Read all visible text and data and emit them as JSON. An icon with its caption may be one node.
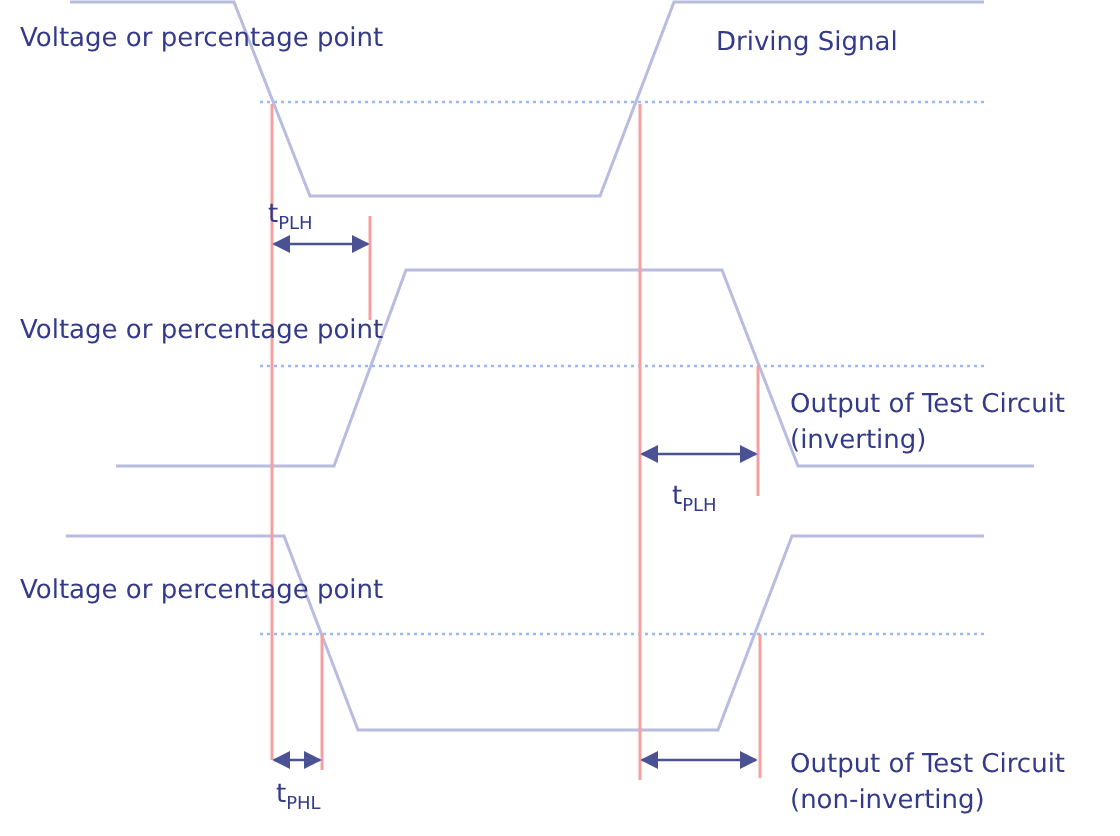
{
  "diagram": {
    "labels": [
      "Voltage or percentage point",
      "Driving Signal",
      "t$_{PLH}$",
      "Voltage or percentage point",
      "Output of Test Circuit (inverting)",
      "t$_{PLH}$",
      "Voltage or percentage point",
      "Output of Test Circuit (non-inverting)",
      "t$_{PHL}$"
    ]
  }
}
